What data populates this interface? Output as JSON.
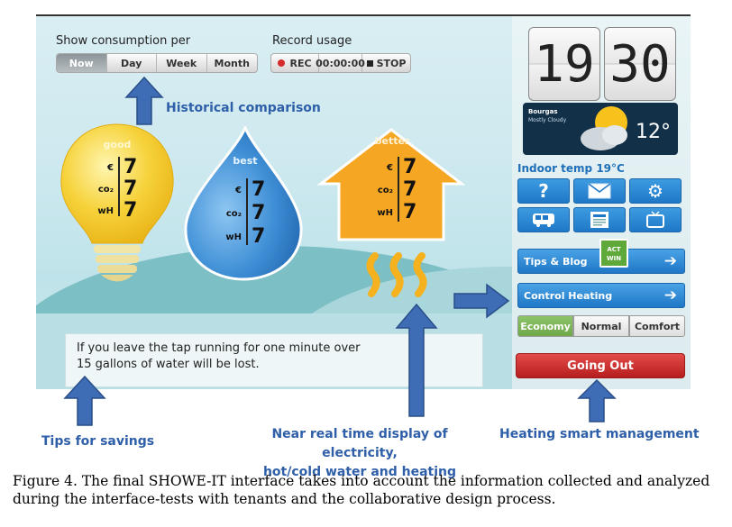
{
  "consumption": {
    "label": "Show consumption per",
    "tabs": [
      "Now",
      "Day",
      "Week",
      "Month"
    ],
    "active_tab": "Now"
  },
  "record": {
    "label": "Record usage",
    "rec_label": "REC",
    "timer": "00:00:00",
    "stop_label": "STOP"
  },
  "cards": {
    "good": {
      "title": "good",
      "euro": "7",
      "co2": "7",
      "wh": "7"
    },
    "best": {
      "title": "best",
      "euro": "7",
      "co2": "7",
      "wh": "7"
    },
    "better": {
      "title": "better",
      "euro": "7",
      "co2": "7",
      "wh": "7"
    },
    "symbols": {
      "euro": "€",
      "co2": "co₂",
      "wh": "wH"
    }
  },
  "tip": {
    "text_line1": "If you leave the tap running for one minute over",
    "text_line2": "15 gallons of water will be lost."
  },
  "clock": {
    "hours": "19",
    "minutes": "30",
    "city": "Bourgas",
    "condition": "Mostly Cloudy",
    "temperature": "12°"
  },
  "panel": {
    "indoor_temp": "Indoor temp 19°C",
    "tips_blog": "Tips & Blog",
    "badge_line1": "ACT",
    "badge_line2": "WIN",
    "control_heating": "Control Heating",
    "modes": [
      "Economy",
      "Normal",
      "Comfort"
    ],
    "active_mode": "Economy",
    "going_out": "Going Out"
  },
  "annotations": {
    "historical": "Historical comparison",
    "tips": "Tips for savings",
    "realtime_line1": "Near real time display of electricity,",
    "realtime_line2": "hot/cold water and heating",
    "heating": "Heating smart management"
  },
  "caption": {
    "line1": "Figure 4. The final SHOWE-IT interface takes into account the information collected and analyzed",
    "line2": "during the interface-tests with tenants and the collaborative design process."
  },
  "colors": {
    "accent_blue": "#2e5fa8",
    "button_blue": "#1f78c7",
    "economy_green": "#7fb55d",
    "going_out_red": "#c92b2b",
    "bulb_yellow": "#f6cf2d",
    "drop_blue": "#2f7fc9",
    "house_orange": "#f5a623"
  }
}
